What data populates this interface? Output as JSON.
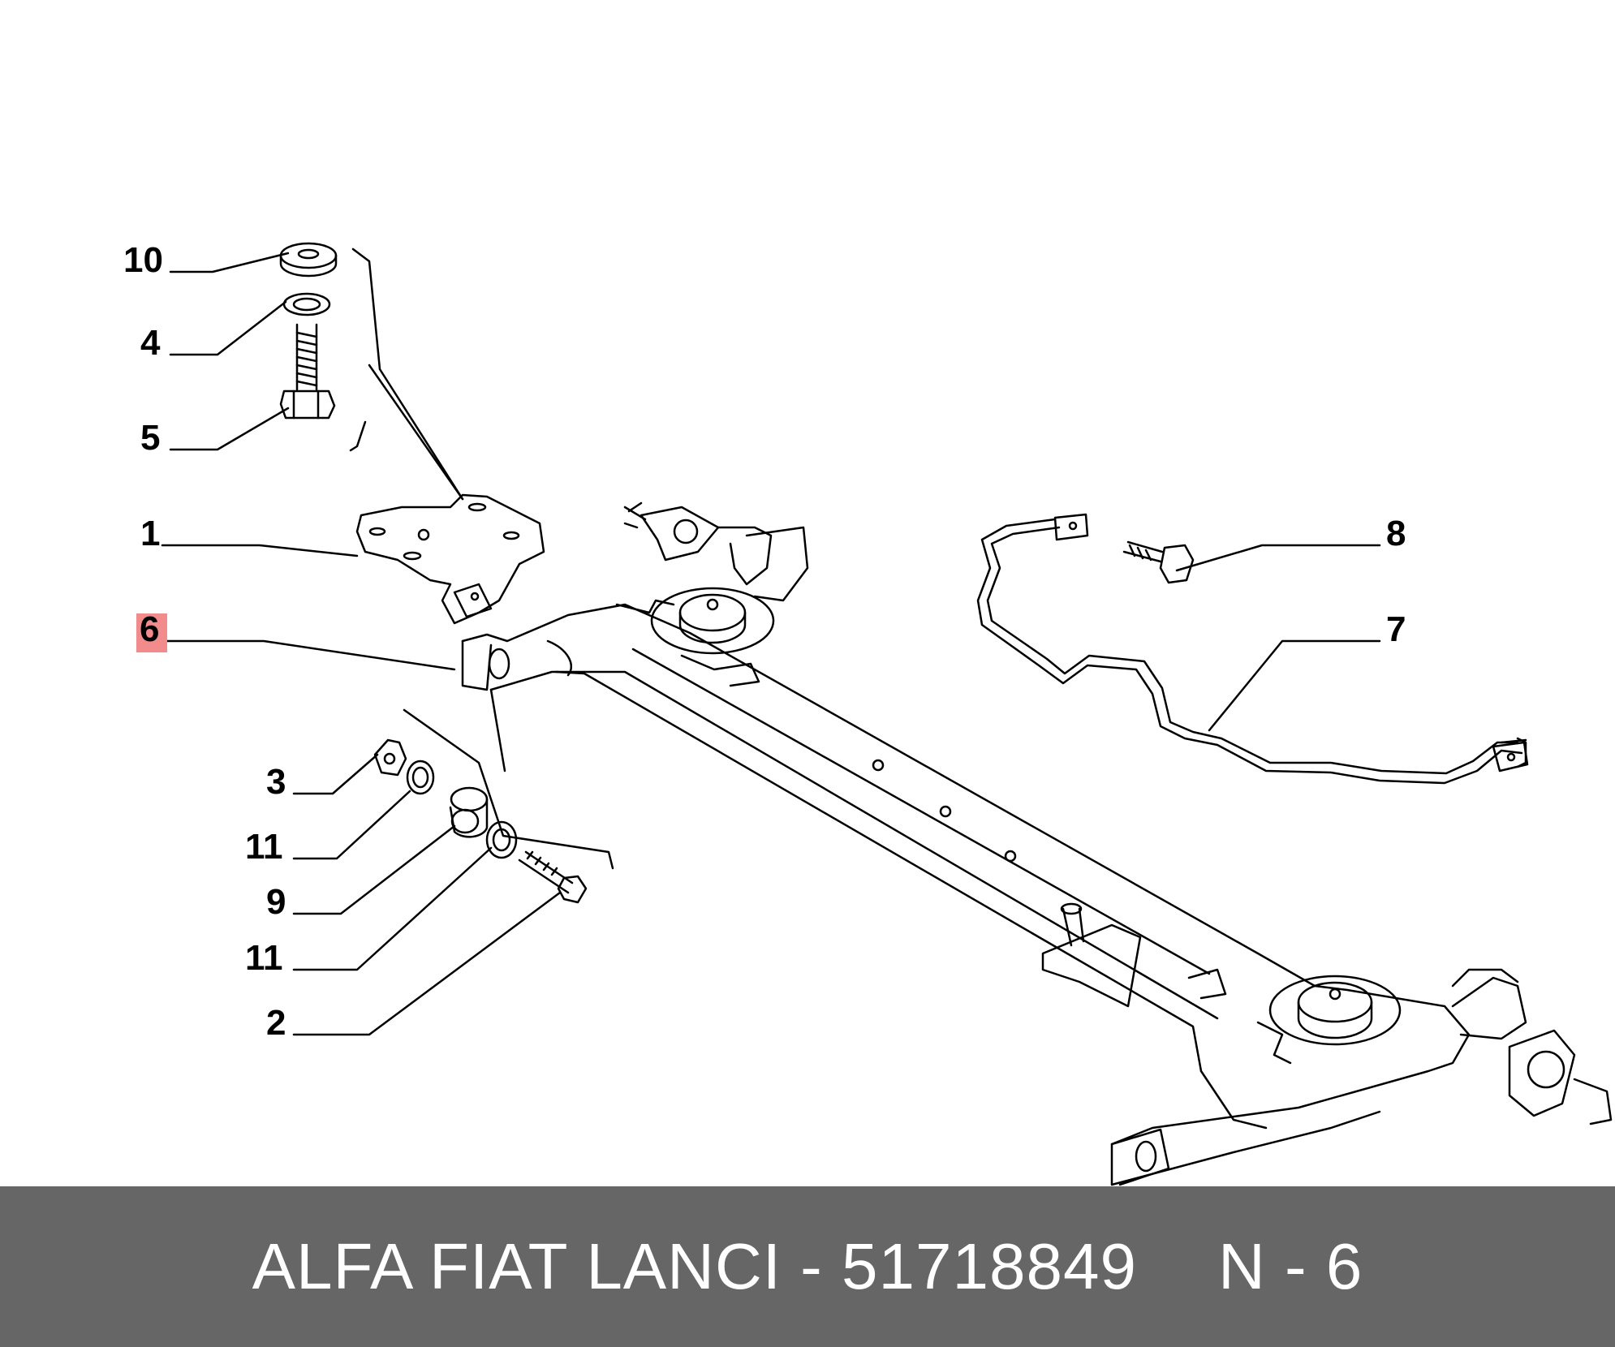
{
  "callouts": {
    "c10": "10",
    "c4": "4",
    "c5": "5",
    "c1": "1",
    "c6": "6",
    "c3": "3",
    "c11a": "11",
    "c9": "9",
    "c11b": "11",
    "c2": "2",
    "c8": "8",
    "c7": "7"
  },
  "highlight": {
    "callout": "6",
    "color": "#f28b8b"
  },
  "footer": {
    "part_text": "ALFA FIAT LANCI - 51718849",
    "ref_text": "N - 6"
  },
  "colors": {
    "footer_bg": "#666666",
    "footer_text": "#ffffff",
    "line": "#000000"
  }
}
